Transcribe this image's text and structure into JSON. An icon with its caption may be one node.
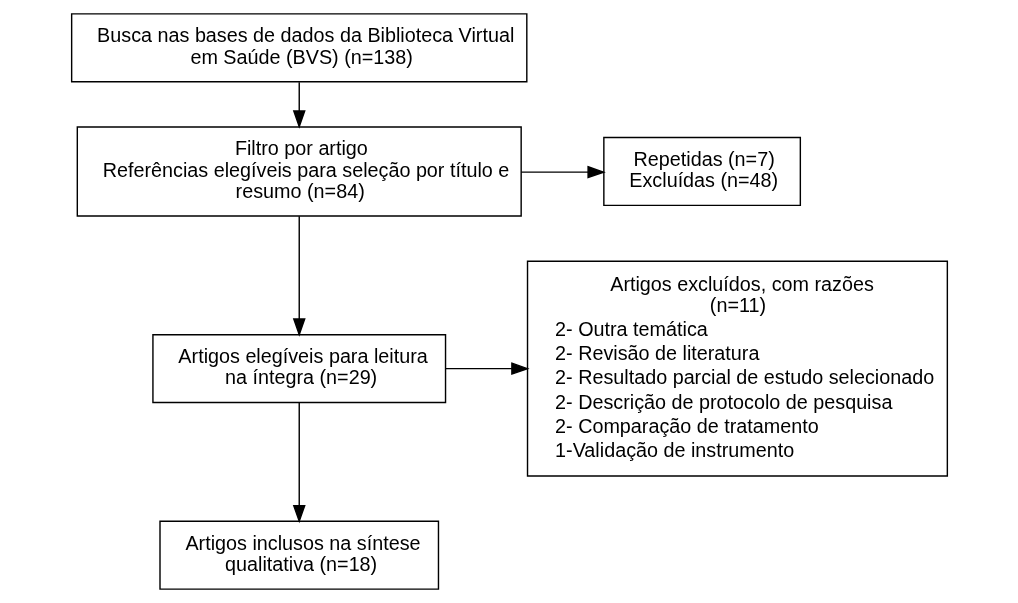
{
  "diagram": {
    "nodes": [
      {
        "text": [
          "Busca nas bases de dados da Biblioteca Virtual em Saúde (BVS) (n=138)"
        ]
      },
      {
        "text": [
          "Filtro por artigo",
          "Referências elegíveis para seleção por título e resumo (n=84)"
        ]
      },
      {
        "text": [
          "Repetidas (n=7)",
          "Excluídas (n=48)"
        ]
      },
      {
        "text": [
          "Artigos elegíveis para leitura na íntegra (n=29)"
        ]
      },
      {
        "text": [
          "Artigos excluídos, com razões (n=11)",
          "2- Outra temática",
          "2- Revisão de literatura",
          "2- Resultado parcial de estudo selecionado",
          "2- Descrição de protocolo de pesquisa",
          "2- Comparação de tratamento",
          "1-Validação de instrumento"
        ]
      },
      {
        "text": [
          "Artigos inclusos na síntese qualitativa (n=18)"
        ]
      }
    ],
    "edges": [
      {
        "from": 0,
        "to": 1,
        "arrow": "to"
      },
      {
        "from": 1,
        "to": 2,
        "arrow": "to"
      },
      {
        "from": 1,
        "to": 3,
        "arrow": "to"
      },
      {
        "from": 3,
        "to": 4,
        "arrow": "to"
      },
      {
        "from": 3,
        "to": 5,
        "arrow": "to"
      }
    ]
  }
}
